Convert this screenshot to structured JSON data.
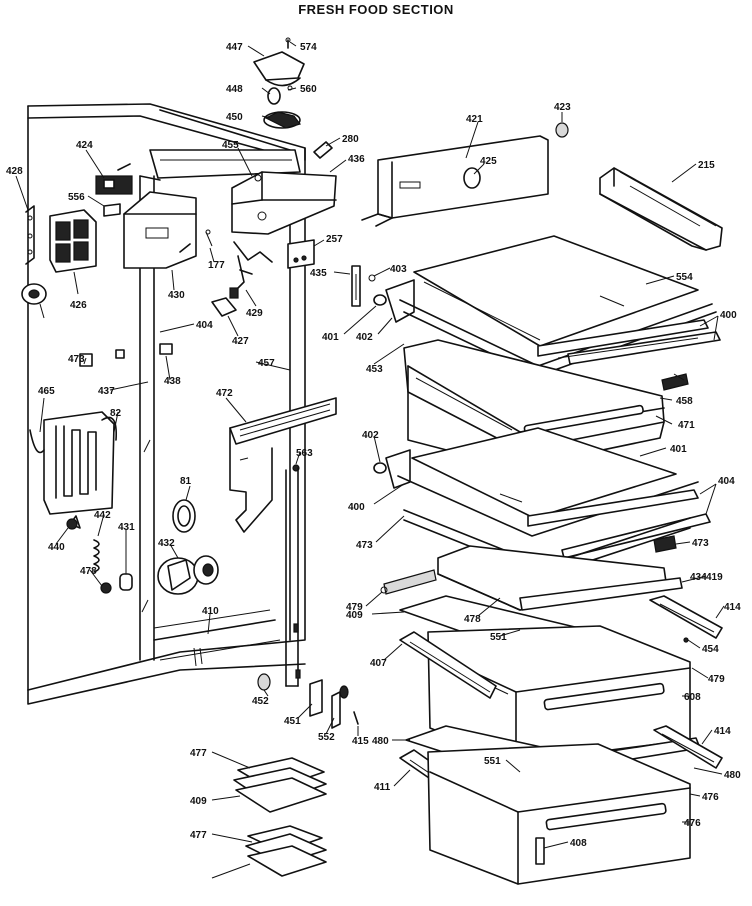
{
  "title": "FRESH FOOD SECTION",
  "callouts": [
    "447",
    "574",
    "448",
    "560",
    "450",
    "280",
    "455",
    "436",
    "421",
    "423",
    "425",
    "215",
    "424",
    "428",
    "556",
    "426",
    "177",
    "257",
    "430",
    "429",
    "427",
    "435",
    "403",
    "554",
    "401",
    "402",
    "400",
    "404",
    "457",
    "453",
    "473",
    "438",
    "437",
    "458",
    "471",
    "472",
    "465",
    "82",
    "563",
    "401",
    "402",
    "404",
    "400",
    "473",
    "473",
    "434",
    "81",
    "440",
    "442",
    "432",
    "431",
    "478",
    "419",
    "479",
    "478",
    "409",
    "414",
    "551",
    "454",
    "410",
    "479",
    "407",
    "608",
    "452",
    "451",
    "552",
    "415",
    "480",
    "414",
    "551",
    "480",
    "411",
    "476",
    "477",
    "409",
    "408",
    "476",
    "477"
  ]
}
